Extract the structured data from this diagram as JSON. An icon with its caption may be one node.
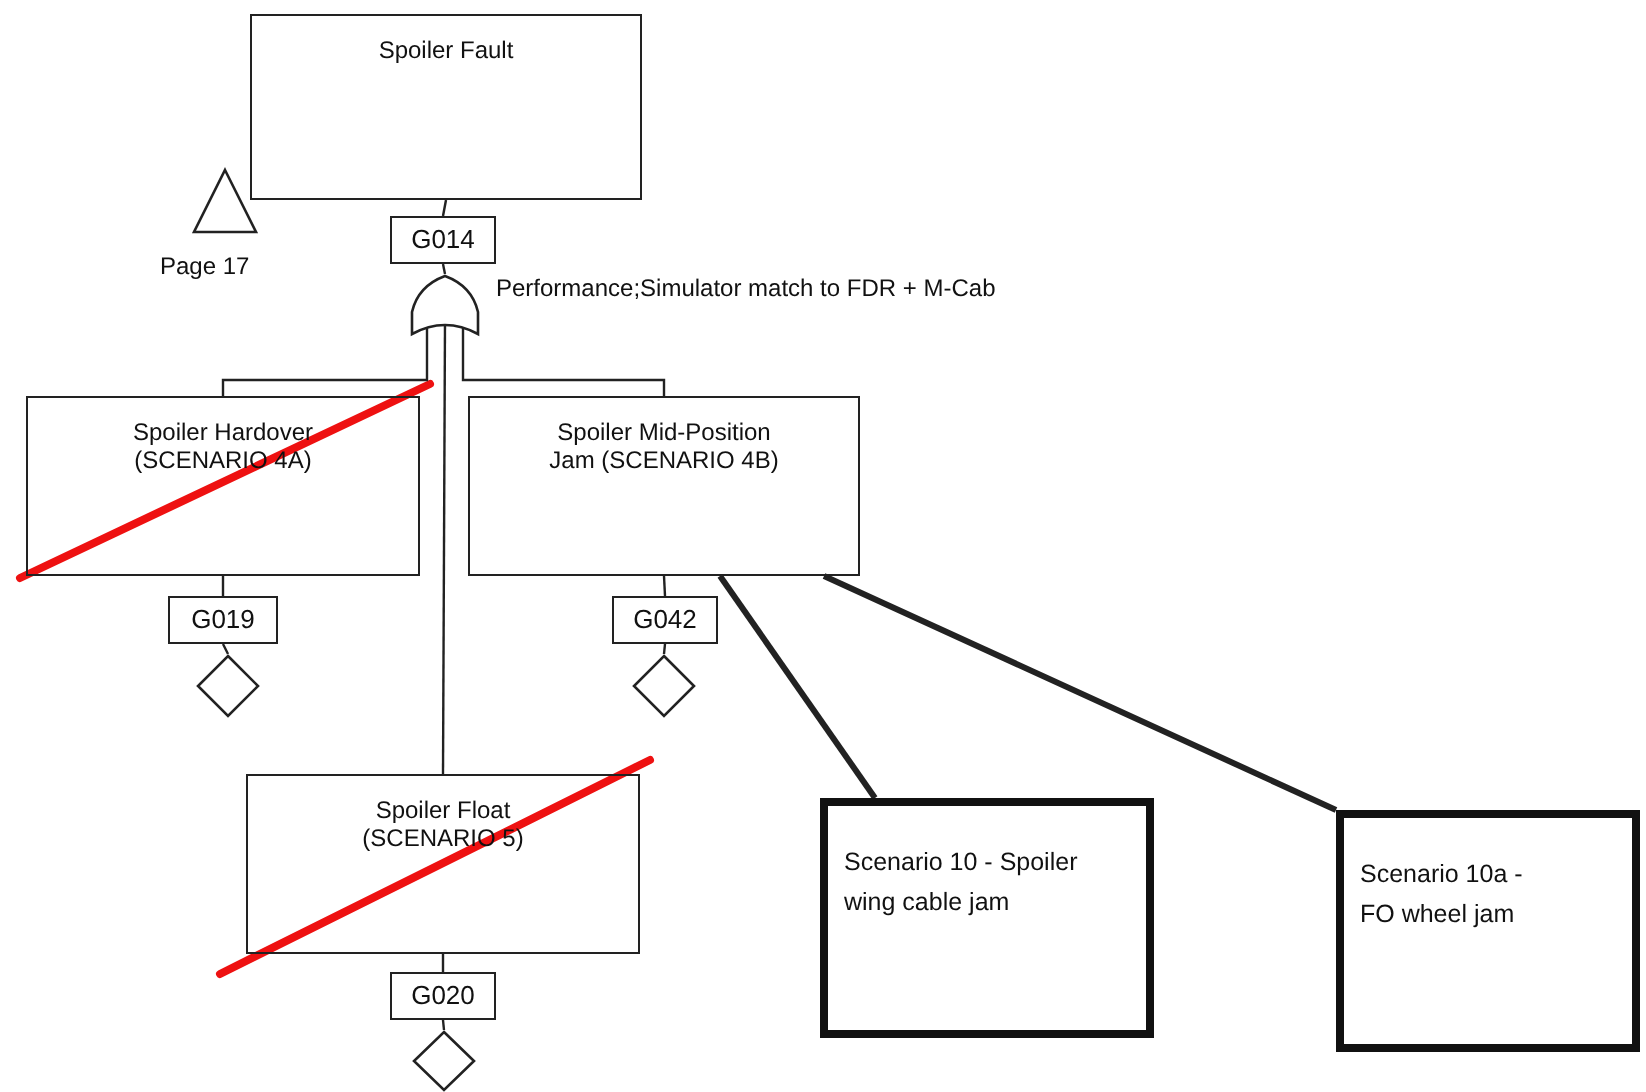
{
  "diagram": {
    "nodes": [
      {
        "text": [
          "Spoiler Fault"
        ]
      },
      {
        "text": [
          "G014"
        ]
      },
      {
        "text": [],
        "shape": "gate",
        "beside": [
          "Performance;Simulator match to FDR + M-Cab"
        ]
      },
      {
        "text": [],
        "shape": "triangle",
        "beside": [
          "Page 17"
        ]
      },
      {
        "text": [
          "Spoiler Hardover (SCENARIO 4A)"
        ]
      },
      {
        "text": [
          "G019"
        ]
      },
      {
        "text": [],
        "shape": "diamond"
      },
      {
        "text": [
          "Spoiler Mid-Position Jam (SCENARIO 4B)"
        ]
      },
      {
        "text": [
          "G042"
        ]
      },
      {
        "text": [],
        "shape": "diamond"
      },
      {
        "text": [
          "Spoiler Float (SCENARIO 5)"
        ]
      },
      {
        "text": [
          "G020"
        ]
      },
      {
        "text": [],
        "shape": "diamond"
      },
      {
        "text": [
          "Scenario 10 - Spoiler wing cable jam"
        ]
      },
      {
        "text": [
          "Scenario 10a - FO wheel jam"
        ]
      }
    ],
    "edges": [
      {
        "from": 0,
        "to": 1,
        "arrow": "none"
      },
      {
        "from": 1,
        "to": 2,
        "arrow": "none"
      },
      {
        "from": 2,
        "to": 4,
        "arrow": "none"
      },
      {
        "from": 2,
        "to": 7,
        "arrow": "none"
      },
      {
        "from": 2,
        "to": 10,
        "arrow": "none"
      },
      {
        "from": 4,
        "to": 5,
        "arrow": "none"
      },
      {
        "from": 5,
        "to": 6,
        "arrow": "none"
      },
      {
        "from": 7,
        "to": 8,
        "arrow": "none"
      },
      {
        "from": 8,
        "to": 9,
        "arrow": "none"
      },
      {
        "from": 10,
        "to": 11,
        "arrow": "none"
      },
      {
        "from": 11,
        "to": 12,
        "arrow": "none"
      },
      {
        "from": 7,
        "to": 13,
        "arrow": "none",
        "style": "thick"
      },
      {
        "from": 7,
        "to": 14,
        "arrow": "none",
        "style": "thick"
      }
    ]
  }
}
